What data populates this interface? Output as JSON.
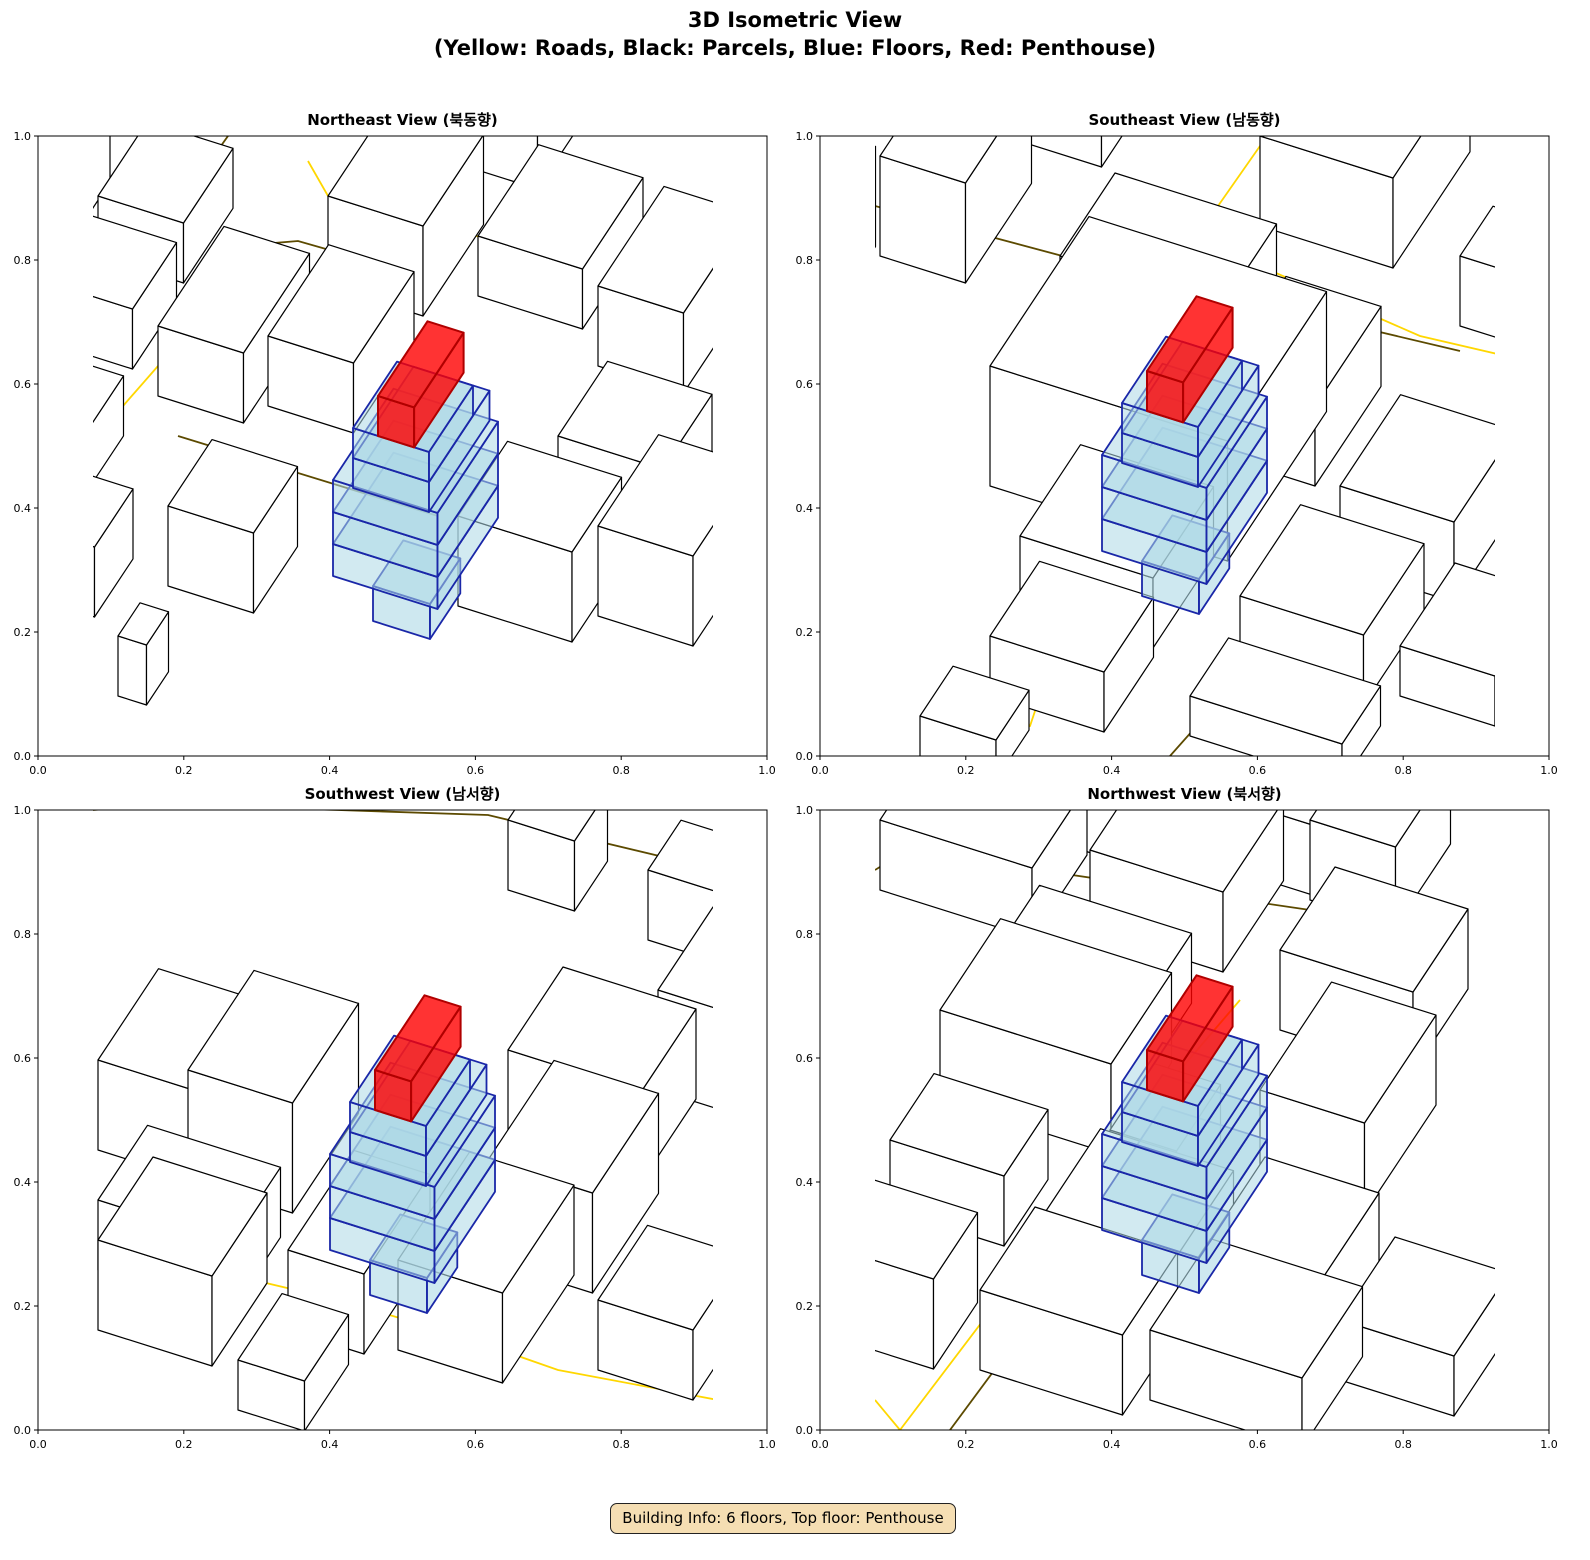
{
  "figure": {
    "title_line1": "3D Isometric View",
    "title_line2": "(Yellow: Roads, Black: Parcels, Blue: Floors, Red: Penthouse)"
  },
  "panels": [
    {
      "id": "ne",
      "title": "Northeast View (북동향)"
    },
    {
      "id": "se",
      "title": "Southeast View (남동향)"
    },
    {
      "id": "sw",
      "title": "Southwest View (남서향)"
    },
    {
      "id": "nw",
      "title": "Northwest View (북서향)"
    }
  ],
  "axes": {
    "x_ticks": [
      "0.0",
      "0.2",
      "0.4",
      "0.6",
      "0.8",
      "1.0"
    ],
    "y_ticks": [
      "0.0",
      "0.2",
      "0.4",
      "0.6",
      "0.8",
      "1.0"
    ],
    "xlim": [
      0,
      1
    ],
    "ylim": [
      0,
      1
    ]
  },
  "colors": {
    "road": "#FFD700",
    "road_dark": "#5c4a00",
    "parcel": "#000000",
    "floor_fill": "#add8e6",
    "floor_edge": "#1a27a8",
    "penthouse_fill": "#ff0000",
    "penthouse_edge": "#b00000",
    "info_box": "#f5deb3"
  },
  "building": {
    "floors": 6,
    "top_floor": "Penthouse"
  },
  "footer": {
    "info": "Building Info: 6 floors, Top floor: Penthouse"
  }
}
